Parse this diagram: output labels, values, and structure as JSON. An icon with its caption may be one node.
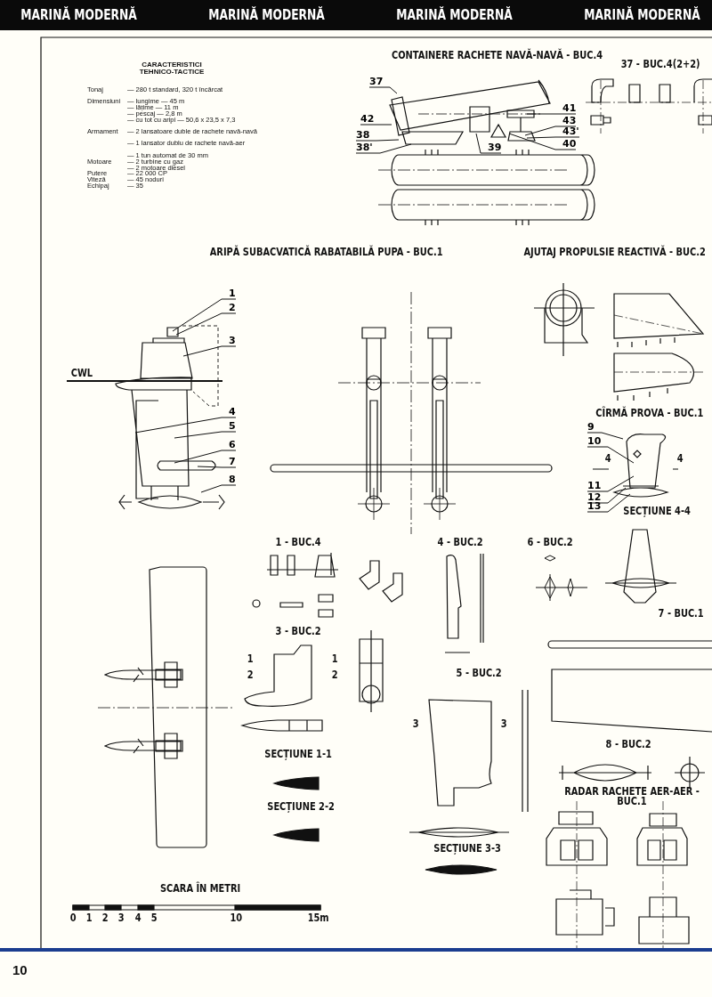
{
  "diagram": {
    "nodes": [
      {
        "text": [
          "37"
        ]
      },
      {
        "text": [
          "42"
        ]
      },
      {
        "text": [
          "38"
        ]
      },
      {
        "text": [
          "38'"
        ]
      },
      {
        "text": [
          "39"
        ]
      },
      {
        "text": [
          "41"
        ]
      },
      {
        "text": [
          "43"
        ]
      },
      {
        "text": [
          "43'"
        ]
      },
      {
        "text": [
          "40"
        ]
      },
      {
        "text": [
          "1"
        ]
      },
      {
        "text": [
          "2"
        ]
      },
      {
        "text": [
          "3"
        ]
      },
      {
        "text": [
          "4"
        ]
      },
      {
        "text": [
          "5"
        ]
      },
      {
        "text": [
          "6"
        ]
      },
      {
        "text": [
          "7"
        ]
      },
      {
        "text": [
          "8"
        ]
      },
      {
        "text": [
          "9"
        ]
      },
      {
        "text": [
          "10"
        ]
      },
      {
        "text": [
          "11"
        ]
      },
      {
        "text": [
          "12"
        ]
      },
      {
        "text": [
          "13"
        ]
      },
      {
        "text": [],
        "shape": "picture"
      },
      {
        "text": [],
        "shape": "picture"
      },
      {
        "text": [],
        "shape": "picture"
      }
    ],
    "edges": [
      {
        "from": 0,
        "to": 22,
        "arrow": "none"
      },
      {
        "from": 1,
        "to": 22,
        "arrow": "none"
      },
      {
        "from": 2,
        "to": 22,
        "arrow": "none"
      },
      {
        "from": 3,
        "to": 22,
        "arrow": "none"
      },
      {
        "from": 4,
        "to": 22,
        "arrow": "none"
      },
      {
        "from": 5,
        "to": 22,
        "arrow": "none"
      },
      {
        "from": 6,
        "to": 22,
        "arrow": "none"
      },
      {
        "from": 7,
        "to": 22,
        "arrow": "none"
      },
      {
        "from": 8,
        "to": 22,
        "arrow": "none"
      },
      {
        "from": 9,
        "to": 23,
        "arrow": "none"
      },
      {
        "from": 10,
        "to": 23,
        "arrow": "none"
      },
      {
        "from": 11,
        "to": 23,
        "arrow": "none"
      },
      {
        "from": 12,
        "to": 23,
        "arrow": "none"
      },
      {
        "from": 13,
        "to": 23,
        "arrow": "none"
      },
      {
        "from": 14,
        "to": 23,
        "arrow": "none"
      },
      {
        "from": 15,
        "to": 23,
        "arrow": "none"
      },
      {
        "from": 16,
        "to": 23,
        "arrow": "none"
      },
      {
        "from": 17,
        "to": 24,
        "arrow": "none"
      },
      {
        "from": 18,
        "to": 24,
        "arrow": "none"
      },
      {
        "from": 19,
        "to": 24,
        "arrow": "none"
      },
      {
        "from": 20,
        "to": 24,
        "arrow": "none"
      },
      {
        "from": 21,
        "to": 24,
        "arrow": "none"
      }
    ],
    "labels": [
      "MARINĂ MODERNĂ",
      "MARINĂ MODERNĂ",
      "MARINĂ MODERNĂ",
      "MARINĂ MODERNĂ",
      "CARACTERISTICI TEHNICO-TACTICE",
      "Tonaj",
      "— 280 t standard, 320 t încărcat",
      "Dimensiuni",
      "— lungime — 45 m",
      "— lățime — 11 m",
      "— pescaj — 2,8 m",
      "— cu tot cu aripi — 50,6 x 23,5 x 7,3",
      "Armament",
      "— 2 lansatoare duble de rachete navă-navă",
      "— 1 lansator dublu de rachete navă-aer",
      "— 1 tun automat de 30 mm",
      "Motoare",
      "— 2 turbine cu gaz",
      "— 2 motoare diesel",
      "Putere",
      "— 22 000 CP",
      "Viteză",
      "— 45 noduri",
      "Echipaj",
      "— 35",
      "CONTAINERE RACHETE NAVĂ-NAVĂ - BUC.4",
      "37 - BUC.4(2+2)",
      "ARIPĂ SUBACVATICĂ RABATABILĂ PUPA - BUC.1",
      "AJUTAJ PROPULSIE REACTIVĂ - BUC.2",
      "CWL",
      "CÎRMĂ PROVA - BUC.1",
      "4",
      "4",
      "SECȚIUNE 4-4",
      "1 - BUC.4",
      "4 - BUC.2",
      "6 - BUC.2",
      "7 - BUC.1",
      "3 - BUC.2",
      "1",
      "2",
      "1",
      "2",
      "5 - BUC.2",
      "3",
      "3",
      "8 - BUC.2",
      "SECȚIUNE 1-1",
      "SECȚIUNE 2-2",
      "RADAR RACHETE AER-AER -BUC.1",
      "SECȚIUNE 3-3",
      "SCARA ÎN METRI",
      "0",
      "1",
      "2",
      "3",
      "4",
      "5",
      "10",
      "15m",
      "10"
    ]
  }
}
